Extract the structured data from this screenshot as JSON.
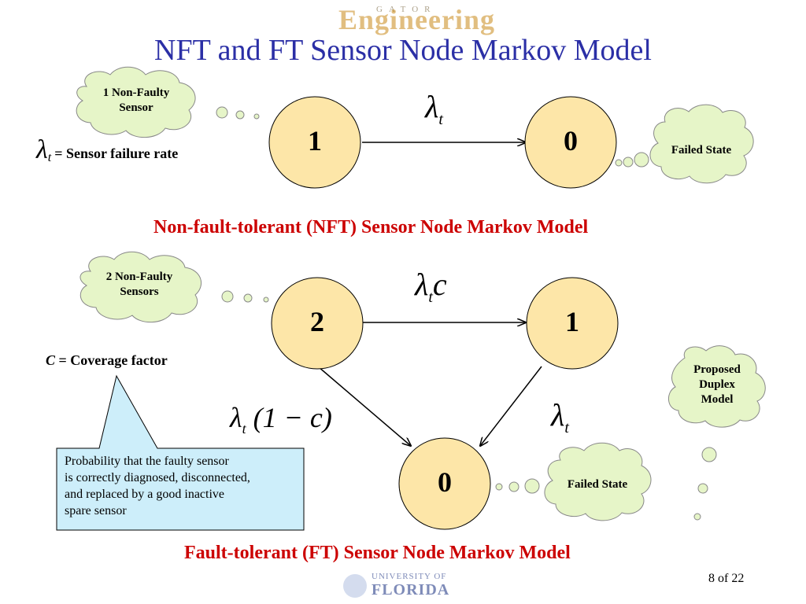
{
  "slide": {
    "logo_top": "Engineering",
    "logo_top_small": "GATOR",
    "title": "NFT and FT Sensor Node Markov Model",
    "page_number": "8 of 22",
    "logo_bottom_small": "UNIVERSITY OF",
    "logo_bottom": "FLORIDA"
  },
  "nft": {
    "state_a": "1",
    "state_b": "0",
    "transition": "λ",
    "transition_sub": "t",
    "cloud_sensor": [
      "1 Non-Faulty",
      "Sensor"
    ],
    "cloud_failed": "Failed State",
    "def_symbol": "λ",
    "def_sub": "t",
    "def_text": "=  Sensor failure rate",
    "caption": "Non-fault-tolerant (NFT) Sensor Node Markov Model"
  },
  "ft": {
    "state_top_left": "2",
    "state_top_right": "1",
    "state_bottom": "0",
    "trans_2_1": "λ",
    "trans_2_1_sub": "t",
    "trans_2_1_c": "c",
    "trans_2_0_lambda": "λ",
    "trans_2_0_sub": "t",
    "trans_2_0_rest": "(1 − c)",
    "trans_1_0": "λ",
    "trans_1_0_sub": "t",
    "cloud_sensors": [
      "2 Non-Faulty",
      "Sensors"
    ],
    "cloud_failed": "Failed State",
    "cloud_proposed": [
      "Proposed",
      "Duplex",
      "Model"
    ],
    "def_symbol": "C",
    "def_text": "=  Coverage factor",
    "callout": [
      "Probability that the faulty sensor",
      "is correctly diagnosed, disconnected,",
      "and replaced by a good inactive",
      "spare sensor"
    ],
    "caption": "Fault-tolerant (FT) Sensor Node Markov Model"
  },
  "colors": {
    "state_fill": "#fde6a8",
    "cloud_fill": "#e6f5c8",
    "callout_fill": "#cdeefa",
    "title": "#2b2fa6",
    "caption": "#cc0000"
  }
}
